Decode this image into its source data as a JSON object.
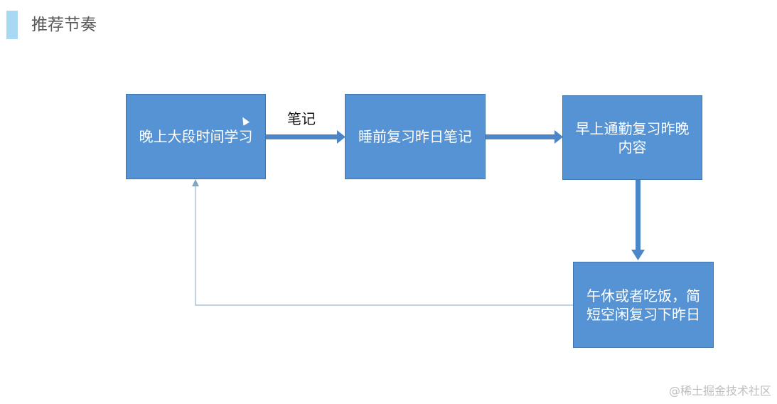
{
  "page_title": "推荐节奏",
  "nodes": [
    {
      "id": "n1",
      "lines": [
        "晚上大段时间学习"
      ]
    },
    {
      "id": "n2",
      "lines": [
        "睡前复习昨日笔记"
      ]
    },
    {
      "id": "n3",
      "lines": [
        "早上通勤复习昨晚",
        "内容"
      ]
    },
    {
      "id": "n4",
      "lines": [
        "午休或者吃饭，简",
        "短空闲复习下昨日"
      ]
    }
  ],
  "edges": [
    {
      "from": "n1",
      "to": "n2",
      "label": "笔记"
    },
    {
      "from": "n2",
      "to": "n3",
      "label": ""
    },
    {
      "from": "n3",
      "to": "n4",
      "label": ""
    },
    {
      "from": "n4",
      "to": "n1",
      "label": ""
    }
  ],
  "watermark": "@稀土掘金技术社区",
  "colors": {
    "node_fill": "#5593d4",
    "node_border": "#3f74ad",
    "arrow": "#4b87c8",
    "loop_line": "#7fa7c4",
    "title_accent": "#a9d8f5"
  }
}
